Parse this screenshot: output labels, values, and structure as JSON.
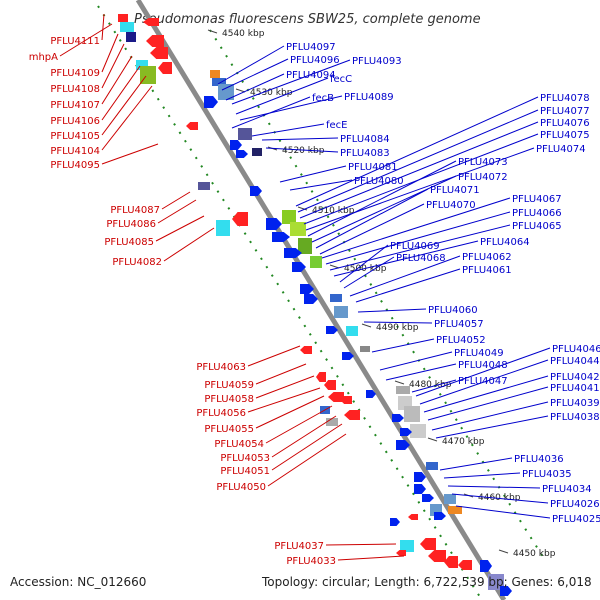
{
  "title": "Pseudomonas fluorescens SBW25, complete genome",
  "footer": {
    "accession": "Accession: NC_012660",
    "topology": "Topology: circular; Length: 6,722,539 bp; Genes: 6,018"
  },
  "colors": {
    "reverse_label": "#cc0000",
    "forward_label": "#0000cc",
    "backbone": "#8a8a8a",
    "dots_green": "#228822"
  },
  "kbp_ticks": [
    "4540 kbp",
    "4530 kbp",
    "4520 kbp",
    "4510 kbp",
    "4500 kbp",
    "4490 kbp",
    "4480 kbp",
    "4470 kbp",
    "4460 kbp",
    "4450 kbp"
  ],
  "left_labels": [
    "PFLU4111",
    "mhpA",
    "PFLU4109",
    "PFLU4108",
    "PFLU4107",
    "PFLU4106",
    "PFLU4105",
    "PFLU4104",
    "PFLU4095",
    "PFLU4087",
    "PFLU4086",
    "PFLU4085",
    "PFLU4082",
    "PFLU4063",
    "PFLU4059",
    "PFLU4058",
    "PFLU4056",
    "PFLU4055",
    "PFLU4054",
    "PFLU4053",
    "PFLU4051",
    "PFLU4050",
    "PFLU4037",
    "PFLU4033"
  ],
  "right_labels": [
    "PFLU4097",
    "PFLU4096",
    "PFLU4094",
    "PFLU4093",
    "fecC",
    "PFLU4089",
    "fecB",
    "fecE",
    "PFLU4084",
    "PFLU4083",
    "PFLU4081",
    "PFLU4080",
    "PFLU4078",
    "PFLU4077",
    "PFLU4076",
    "PFLU4075",
    "PFLU4074",
    "PFLU4073",
    "PFLU4072",
    "PFLU4071",
    "PFLU4070",
    "PFLU4067",
    "PFLU4066",
    "PFLU4065",
    "PFLU4064",
    "PFLU4069",
    "PFLU4068",
    "PFLU4062",
    "PFLU4061",
    "PFLU4060",
    "PFLU4057",
    "PFLU4052",
    "PFLU4049",
    "PFLU4048",
    "PFLU4047",
    "PFLU4046",
    "PFLU4044",
    "PFLU4042",
    "PFLU4041",
    "PFLU4039",
    "PFLU4038",
    "PFLU4036",
    "PFLU4035",
    "PFLU4034",
    "PFLU4026",
    "PFLU4025"
  ]
}
